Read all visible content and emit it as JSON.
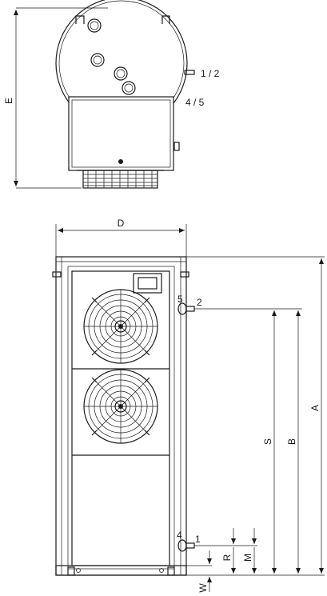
{
  "top_view": {
    "dimension_E": "E",
    "connection_label_top": "1 / 2",
    "connection_label_bottom": "4 / 5"
  },
  "front_view": {
    "dimension_D": "D",
    "dimension_A": "A",
    "dimension_B": "B",
    "dimension_S": "S",
    "dimension_M": "M",
    "dimension_R": "R",
    "dimension_W": "W",
    "connection_5": "5",
    "connection_2": "2",
    "connection_4": "4",
    "connection_1": "1"
  }
}
